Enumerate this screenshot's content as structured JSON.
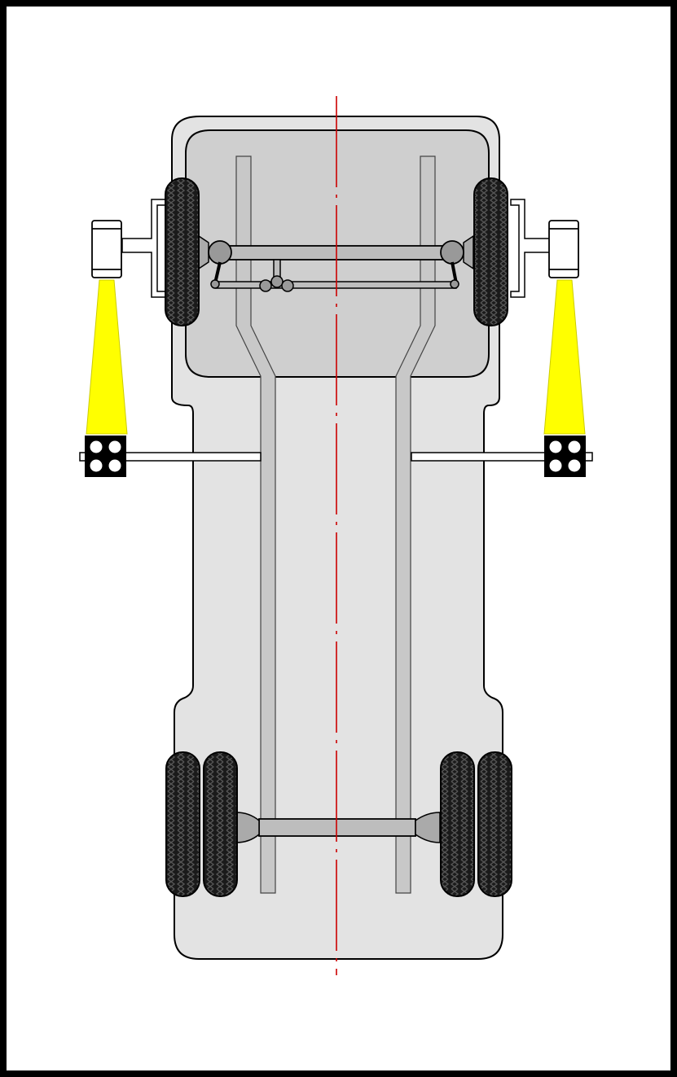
{
  "diagram": {
    "colors": {
      "frame_border": "#000000",
      "body_fill": "#e3e3e3",
      "cab_fill": "#cfcfcf",
      "chassis_rail": "#c8c8c8",
      "axle_fill": "#bdbdbd",
      "outline": "#000000",
      "centerline": "#cc0000",
      "beam_yellow": "#ffff00",
      "tire": "#1a1a1a",
      "sensor_body": "#ffffff",
      "target_plate": "#000000",
      "target_dot": "#ffffff"
    },
    "icons": [
      "vehicle-body-outline",
      "chassis-frame-rails",
      "vehicle-centerline",
      "front-axle",
      "steering-linkage",
      "front-left-tire",
      "front-right-tire",
      "rear-dual-tires-left",
      "rear-dual-tires-right",
      "rear-axle",
      "left-alignment-sensor-head",
      "right-alignment-sensor-head",
      "left-light-beam",
      "right-light-beam",
      "left-target-plate",
      "right-target-plate",
      "target-mount-bar"
    ]
  }
}
